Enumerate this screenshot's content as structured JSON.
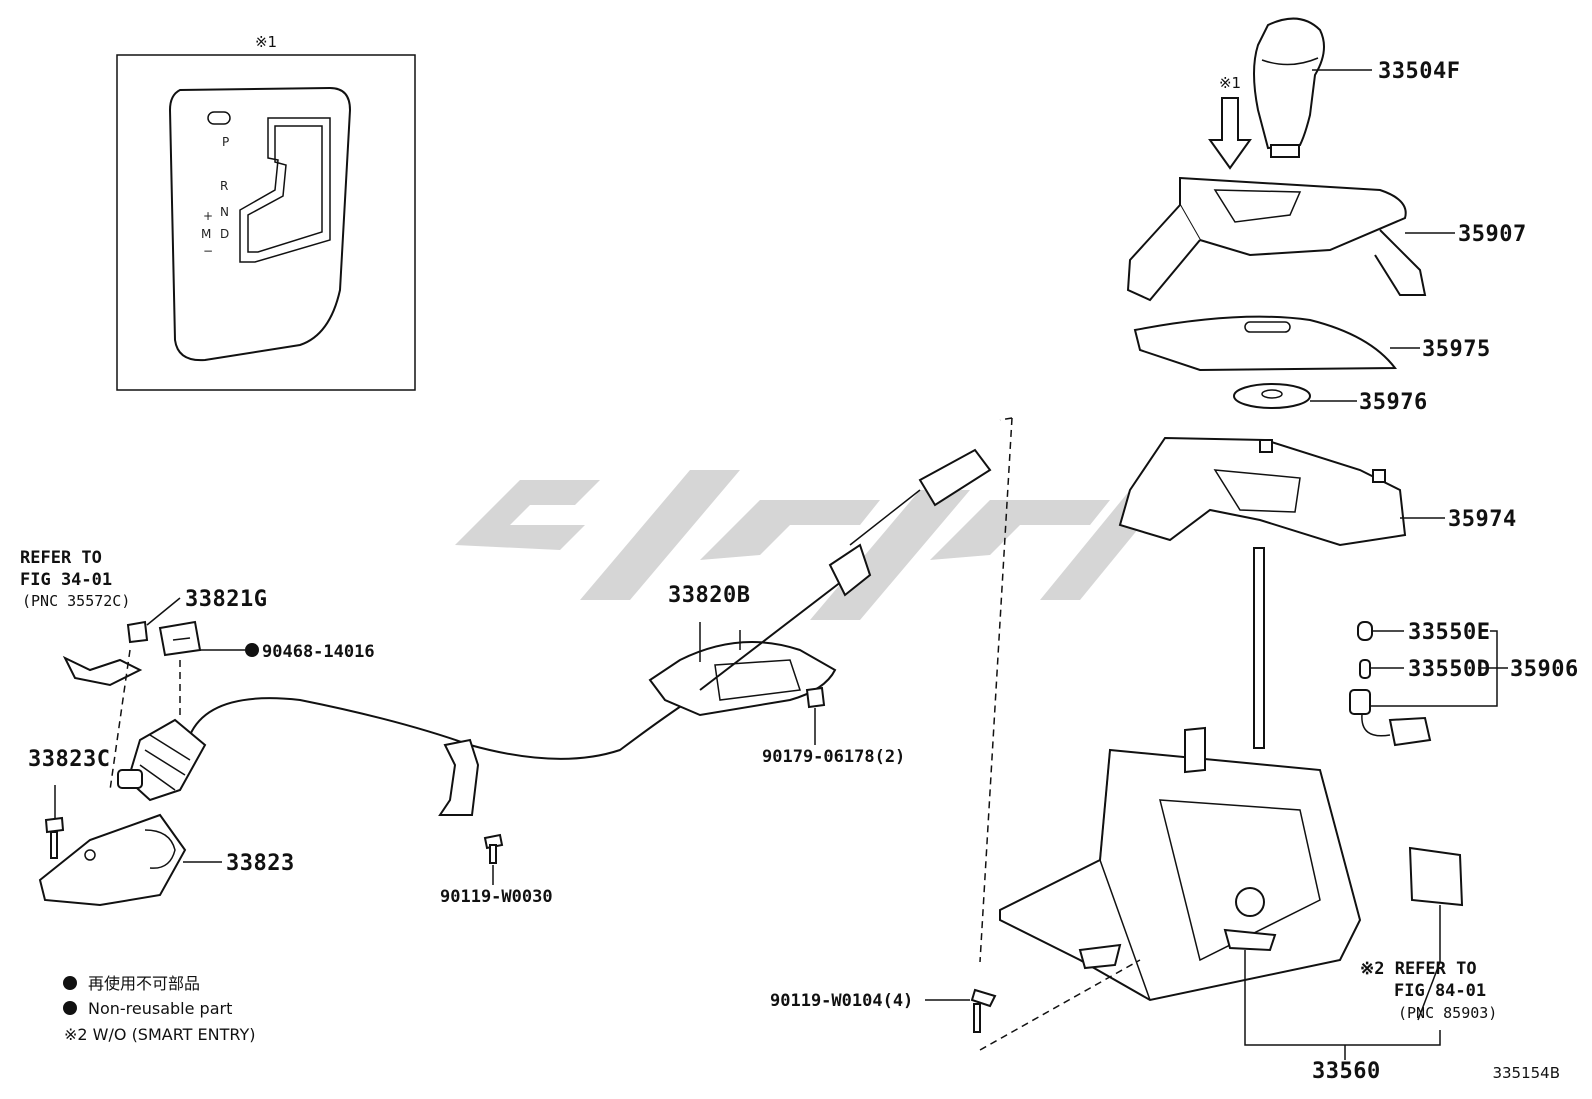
{
  "diagram": {
    "figure_number": "335154B",
    "inset": {
      "marker": "※1",
      "gate_letters": [
        "P",
        "R",
        "N",
        "D",
        "M",
        "+",
        "−"
      ]
    },
    "knob_marker": "※1",
    "parts": [
      {
        "id": "p-33504F",
        "label": "33504F"
      },
      {
        "id": "p-35907",
        "label": "35907"
      },
      {
        "id": "p-35975",
        "label": "35975"
      },
      {
        "id": "p-35976",
        "label": "35976"
      },
      {
        "id": "p-35974",
        "label": "35974"
      },
      {
        "id": "p-33550E",
        "label": "33550E"
      },
      {
        "id": "p-33550D",
        "label": "33550D"
      },
      {
        "id": "p-35906",
        "label": "35906"
      },
      {
        "id": "p-33821G",
        "label": "33821G"
      },
      {
        "id": "p-90468-14016",
        "label": "90468-14016"
      },
      {
        "id": "p-33820B",
        "label": "33820B"
      },
      {
        "id": "p-90179-06178",
        "label": "90179-06178(2)"
      },
      {
        "id": "p-33823C",
        "label": "33823C"
      },
      {
        "id": "p-33823",
        "label": "33823"
      },
      {
        "id": "p-90119-W0030",
        "label": "90119-W0030"
      },
      {
        "id": "p-90119-W0104",
        "label": "90119-W0104(4)"
      },
      {
        "id": "p-33560",
        "label": "33560"
      }
    ],
    "refer_left": {
      "line1": "REFER TO",
      "line2": "FIG 34-01",
      "line3": "(PNC 35572C)"
    },
    "refer_right": {
      "line1": "※2 REFER TO",
      "line2": "FIG 84-01",
      "line3": "(PNC 85903)"
    },
    "legend": {
      "item1": "再使用不可部品",
      "item2": "Non-reusable part",
      "note": "※2 W/O (SMART ENTRY)"
    }
  }
}
